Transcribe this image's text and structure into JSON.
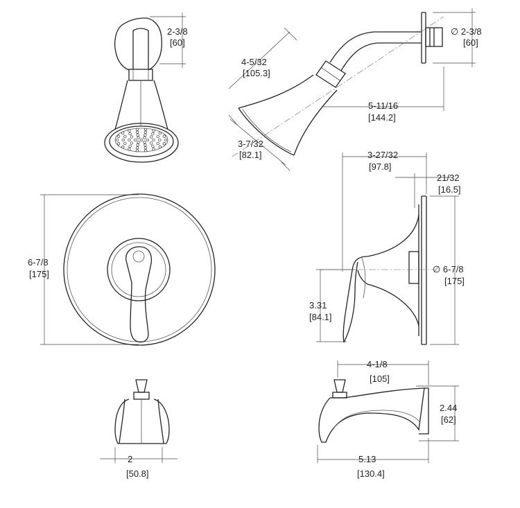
{
  "dimensions": {
    "shower_head_front_width": {
      "frac": "2-3/8",
      "metric": "[60]"
    },
    "shower_arm_flange_dia": {
      "frac": "∅ 2-3/8",
      "metric": "[60]"
    },
    "shower_head_height": {
      "frac": "4-5/32",
      "metric": "[105.3]"
    },
    "shower_arm_reach": {
      "frac": "5-11/16",
      "metric": "[144.2]"
    },
    "shower_head_face": {
      "frac": "3-7/32",
      "metric": "[82.1]"
    },
    "handle_projection": {
      "frac": "3-27/32",
      "metric": "[97.8]"
    },
    "escutcheon_depth": {
      "frac": "21/32",
      "metric": "[16.5]"
    },
    "escutcheon_front_dia": {
      "frac": "6-7/8",
      "metric": "[175]"
    },
    "escutcheon_side_dia": {
      "frac": "∅ 6-7/8",
      "metric": "[175]"
    },
    "handle_length": {
      "frac": "3.31",
      "metric": "[84.1]"
    },
    "spout_front_width": {
      "frac": "2",
      "metric": "[50.8]"
    },
    "spout_body_length": {
      "frac": "4-1/8",
      "metric": "[105]"
    },
    "spout_height": {
      "frac": "2.44",
      "metric": "[62]"
    },
    "spout_total_length": {
      "frac": "5.13",
      "metric": "[130.4]"
    }
  }
}
